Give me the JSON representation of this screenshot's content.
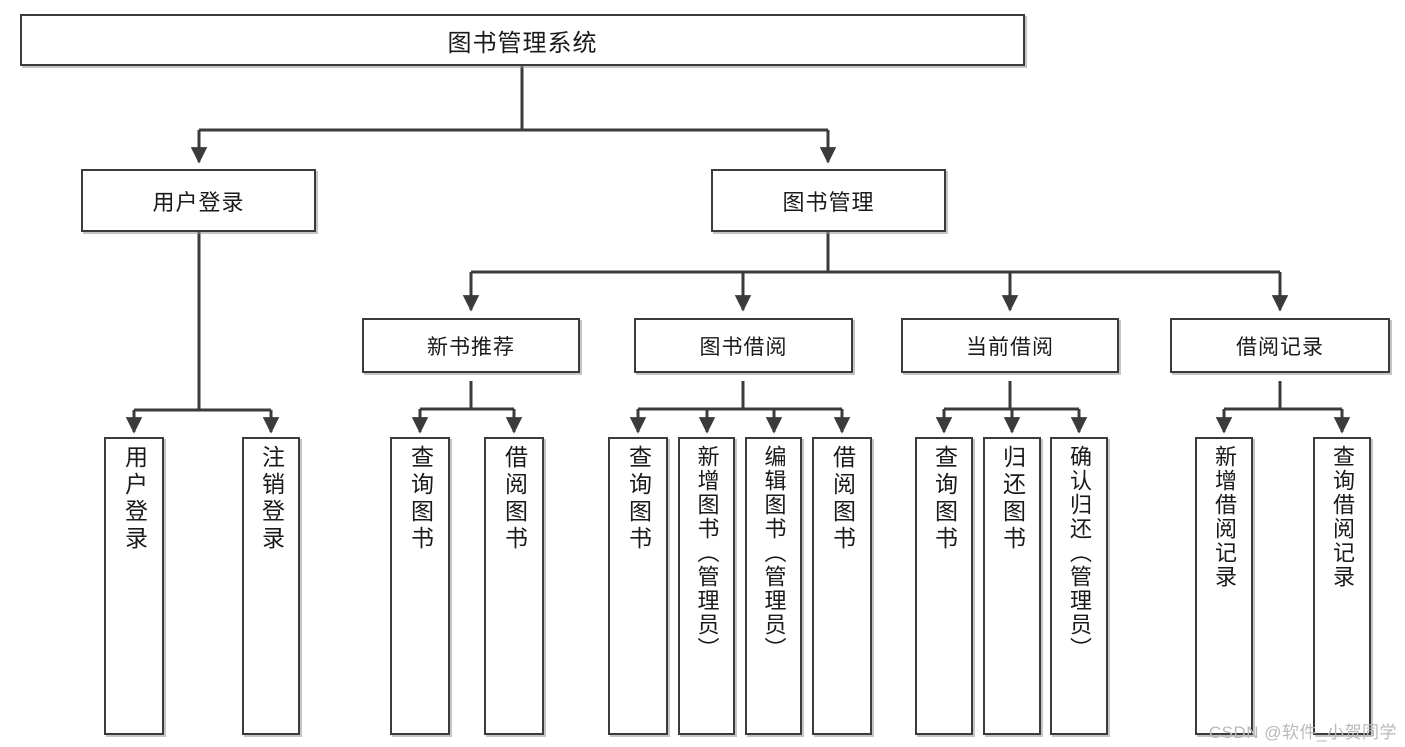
{
  "diagram": {
    "title": "图书管理系统",
    "watermark": "CSDN @软件_小贺同学",
    "root": {
      "label": "图书管理系统"
    },
    "level1": [
      {
        "label": "用户登录"
      },
      {
        "label": "图书管理"
      }
    ],
    "level2": [
      {
        "label": "新书推荐"
      },
      {
        "label": "图书借阅"
      },
      {
        "label": "当前借阅"
      },
      {
        "label": "借阅记录"
      }
    ],
    "leaves": {
      "user_login": [
        {
          "label": "用户登录"
        },
        {
          "label": "注销登录"
        }
      ],
      "new_book": [
        {
          "label": "查询图书"
        },
        {
          "label": "借阅图书"
        }
      ],
      "book_borrow": [
        {
          "label": "查询图书"
        },
        {
          "label": "新增图书（管理员）"
        },
        {
          "label": "编辑图书（管理员）"
        },
        {
          "label": "借阅图书"
        }
      ],
      "current_borrow": [
        {
          "label": "查询图书"
        },
        {
          "label": "归还图书"
        },
        {
          "label": "确认归还（管理员）"
        }
      ],
      "borrow_record": [
        {
          "label": "新增借阅记录"
        },
        {
          "label": "查询借阅记录"
        }
      ]
    },
    "colors": {
      "border": "#3b3b3b",
      "text": "#1a1a1a",
      "background": "#ffffff",
      "watermark": "#b9b9b9"
    }
  }
}
